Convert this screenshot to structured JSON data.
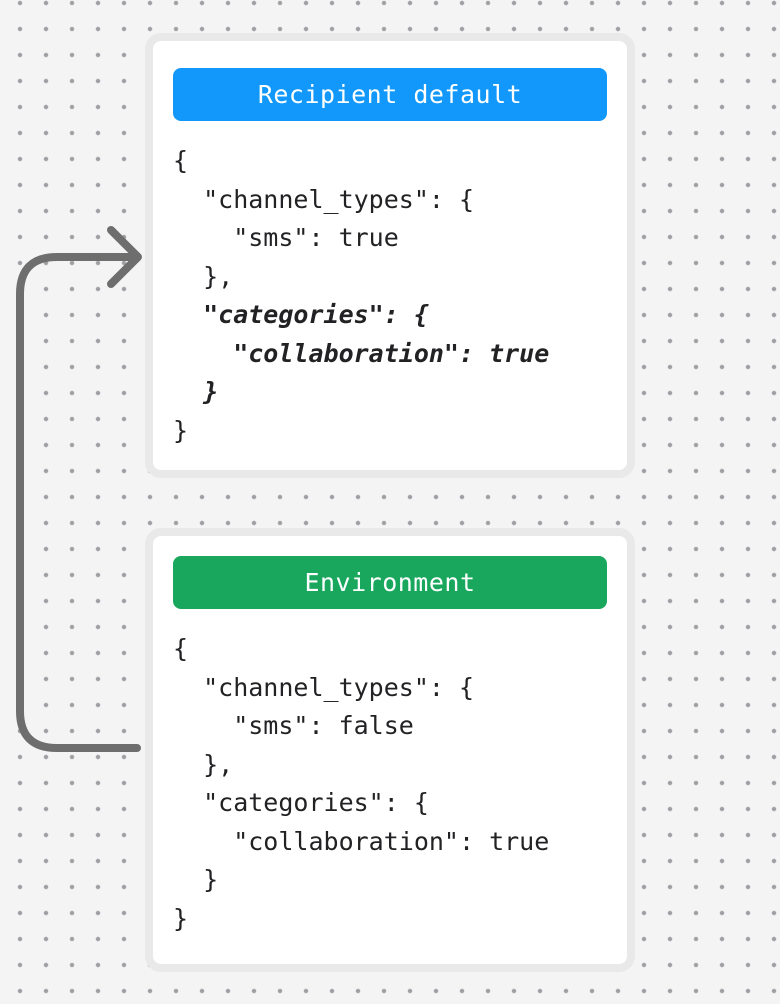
{
  "canvas": {
    "background_color": "#f4f4f5",
    "dot_color": "#9e9ea2"
  },
  "arrow": {
    "color": "#6e6e6e",
    "meaning": "merge-environment-into-recipient-default"
  },
  "cards": [
    {
      "title": "Recipient default",
      "header_color": "#1298fa",
      "code_lines": [
        {
          "text": "{",
          "emphasis": false
        },
        {
          "text": "  \"channel_types\": {",
          "emphasis": false
        },
        {
          "text": "    \"sms\": true",
          "emphasis": false
        },
        {
          "text": "  },",
          "emphasis": false
        },
        {
          "text": "  \"categories\": {",
          "emphasis": true
        },
        {
          "text": "    \"collaboration\": true",
          "emphasis": true
        },
        {
          "text": "  }",
          "emphasis": true
        },
        {
          "text": "}",
          "emphasis": false
        }
      ]
    },
    {
      "title": "Environment",
      "header_color": "#18a75c",
      "code_lines": [
        {
          "text": "{",
          "emphasis": false
        },
        {
          "text": "  \"channel_types\": {",
          "emphasis": false
        },
        {
          "text": "    \"sms\": false",
          "emphasis": false
        },
        {
          "text": "  },",
          "emphasis": false
        },
        {
          "text": "  \"categories\": {",
          "emphasis": false
        },
        {
          "text": "    \"collaboration\": true",
          "emphasis": false
        },
        {
          "text": "  }",
          "emphasis": false
        },
        {
          "text": "}",
          "emphasis": false
        }
      ]
    }
  ]
}
